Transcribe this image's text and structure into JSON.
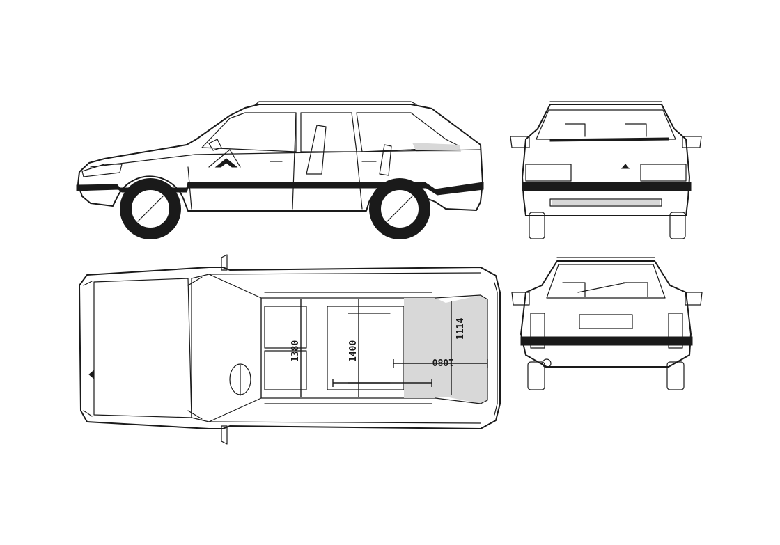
{
  "dimensions": {
    "d1380": "1380",
    "d1400": "1400",
    "d1080": "1080",
    "d1114": "1114"
  }
}
